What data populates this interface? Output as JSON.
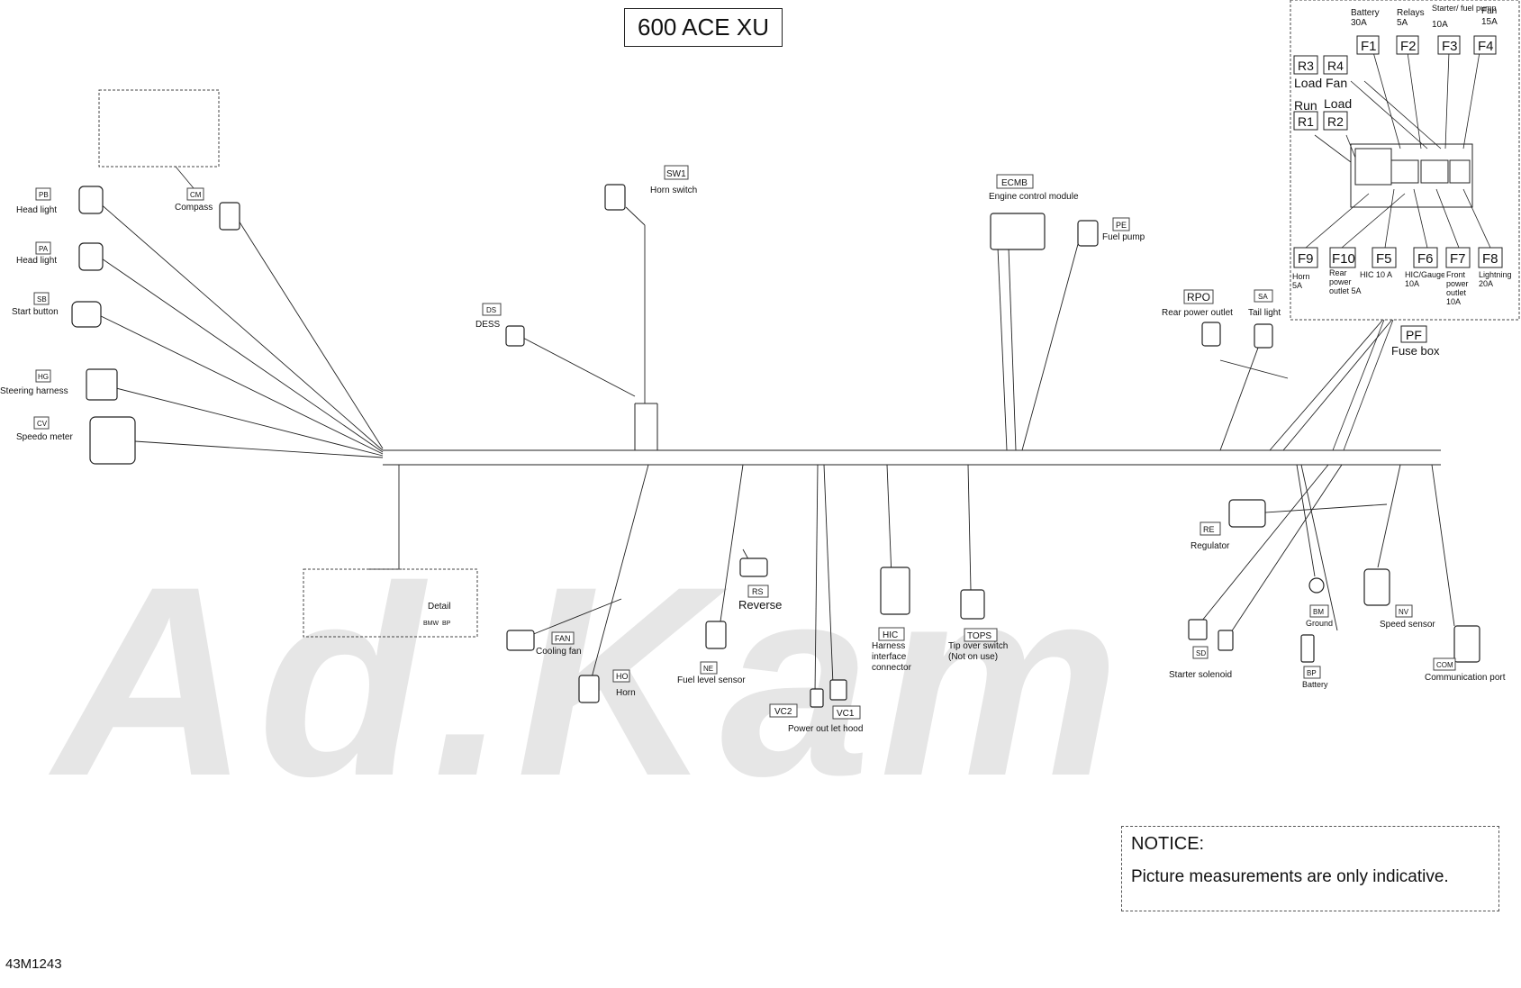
{
  "title": "600 ACE XU",
  "notice": {
    "heading": "NOTICE:",
    "text": "Picture measurements are only indicative."
  },
  "reference_code": "43M1243",
  "watermark_brand": "Ad.Kam",
  "connectors": [
    {
      "code": "PB",
      "label": "Head light"
    },
    {
      "code": "PA",
      "label": "Head light"
    },
    {
      "code": "SB",
      "label": "Start button"
    },
    {
      "code": "HG",
      "label": "Steering harness"
    },
    {
      "code": "CV",
      "label": "Speedo meter"
    },
    {
      "code": "CM",
      "label": "Compass"
    },
    {
      "code": "DS",
      "label": "DESS"
    },
    {
      "code": "SW1",
      "label": "Horn switch"
    },
    {
      "code": "ECMB",
      "label": "Engine control module"
    },
    {
      "code": "PE",
      "label": "Fuel pump"
    },
    {
      "code": "RPO",
      "label": "Rear power outlet"
    },
    {
      "code": "SA",
      "label": "Tail light"
    },
    {
      "code": "RS",
      "label": "Reverse"
    },
    {
      "code": "FAN",
      "label": "Cooling fan"
    },
    {
      "code": "HO",
      "label": "Horn"
    },
    {
      "code": "NE",
      "label": "Fuel level sensor"
    },
    {
      "code": "VC2",
      "label": ""
    },
    {
      "code": "VC1",
      "label": "Power out let hood"
    },
    {
      "code": "HIC",
      "label": "Harness interface connector"
    },
    {
      "code": "TOPS",
      "label": "Tip over switch (Not on use)"
    },
    {
      "code": "RE",
      "label": "Regulator"
    },
    {
      "code": "SD",
      "label": "Starter solenoid"
    },
    {
      "code": "BM",
      "label": "Ground"
    },
    {
      "code": "BP",
      "label": "Battery"
    },
    {
      "code": "NV",
      "label": "Speed sensor"
    },
    {
      "code": "COM",
      "label": "Communication port"
    }
  ],
  "detail": {
    "label": "Detail",
    "code_a": "BMW",
    "code_b": "BP"
  },
  "fuse_box": {
    "code": "PF",
    "label": "Fuse box",
    "top_labels": [
      {
        "text": "Battery",
        "sub": "30A"
      },
      {
        "text": "Relays",
        "sub": "5A"
      },
      {
        "text": "Starter/ fuel pump",
        "sub": "10A"
      },
      {
        "text": "Fan",
        "sub": "15A"
      }
    ],
    "top_fuses": [
      "F1",
      "F2",
      "F3",
      "F4"
    ],
    "relays": [
      {
        "code": "R3",
        "label": "Load"
      },
      {
        "code": "R4",
        "label": "Fan"
      },
      {
        "code": "R1",
        "label": "Run"
      },
      {
        "code": "R2",
        "label": "Load"
      }
    ],
    "bottom_fuses": [
      {
        "code": "F9",
        "label": "Horn 5A"
      },
      {
        "code": "F10",
        "label": "Rear power outlet 5A"
      },
      {
        "code": "F5",
        "label": "HIC 10 A"
      },
      {
        "code": "F6",
        "label": "HIC/Gauge 10A"
      },
      {
        "code": "F7",
        "label": "Front power outlet 10A"
      },
      {
        "code": "F8",
        "label": "Lightning 20A"
      }
    ]
  },
  "colors": {
    "line": "#222222",
    "watermark": "#e2e2e2",
    "box_border": "#444444"
  }
}
